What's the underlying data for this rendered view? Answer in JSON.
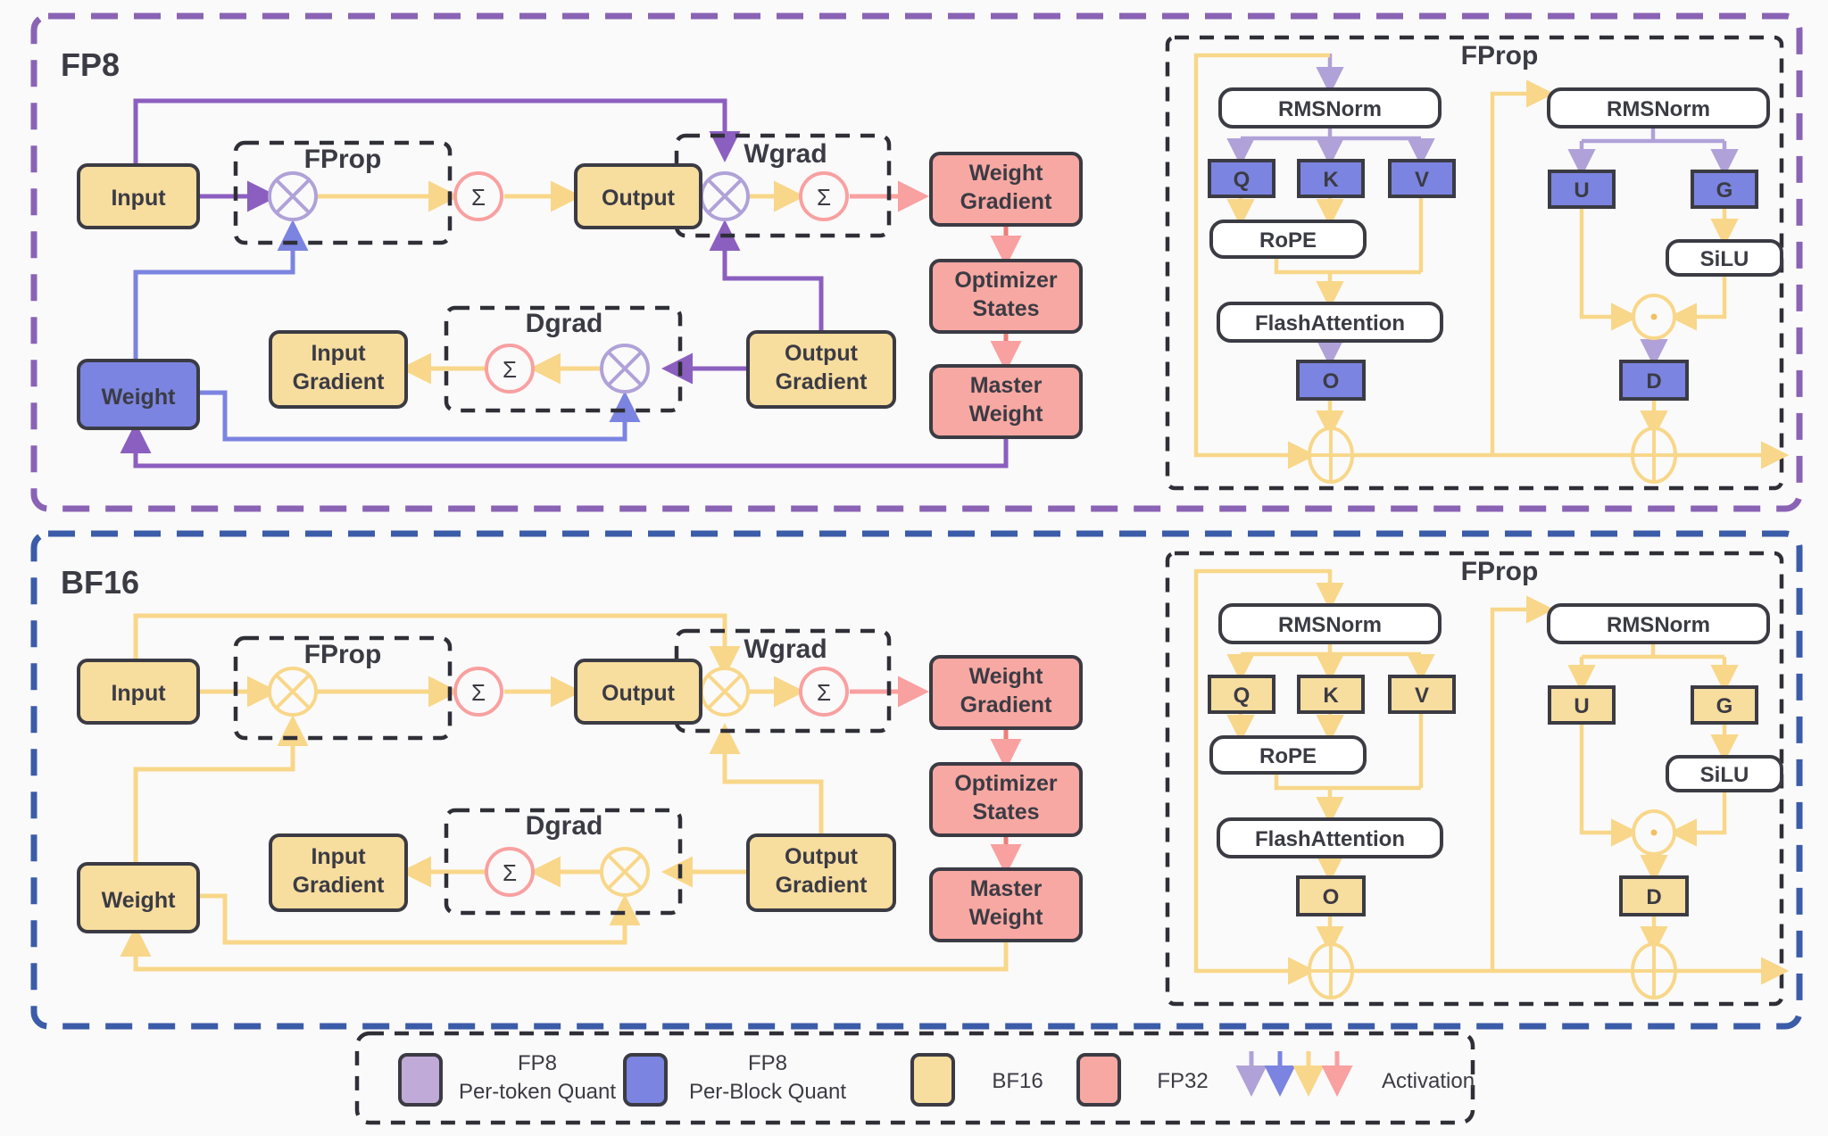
{
  "colors": {
    "fp8_panel_border": "#8a63b5",
    "bf16_panel_border": "#3b5ca8",
    "purple_fill": "#c0aad8",
    "blue_fill": "#7b84e0",
    "yellow_fill": "#f7dd9e",
    "pink_fill": "#f8a8a2",
    "arrow_purple": "#8b5fbf",
    "arrow_lightpurple": "#b0a2d8",
    "arrow_blue": "#7b84e0",
    "arrow_yellow": "#f8d78a",
    "arrow_pink": "#f9a0a0",
    "stroke_dark": "#3b3b44",
    "bg": "#fbfafa"
  },
  "panels": [
    {
      "id": "fp8",
      "label": "FP8",
      "border_color": "#8a63b5",
      "boxes": [
        {
          "name": "input",
          "label": "Input",
          "fill": "#f7dd9e"
        },
        {
          "name": "output",
          "label": "Output",
          "fill": "#f7dd9e"
        },
        {
          "name": "weight",
          "label": "Weight",
          "fill": "#7b84e0"
        },
        {
          "name": "input-gradient",
          "label": "Input\nGradient",
          "lines": [
            "Input",
            "Gradient"
          ],
          "fill": "#f7dd9e"
        },
        {
          "name": "output-gradient",
          "label": "Output\nGradient",
          "lines": [
            "Output",
            "Gradient"
          ],
          "fill": "#f7dd9e"
        },
        {
          "name": "weight-gradient",
          "label": "Weight\nGradient",
          "lines": [
            "Weight",
            "Gradient"
          ],
          "fill": "#f8a8a2"
        },
        {
          "name": "optimizer-states",
          "label": "Optimizer\nStates",
          "lines": [
            "Optimizer",
            "States"
          ],
          "fill": "#f8a8a2"
        },
        {
          "name": "master-weight",
          "label": "Master\nWeight",
          "lines": [
            "Master",
            "Weight"
          ],
          "fill": "#f8a8a2"
        }
      ],
      "groups": [
        {
          "name": "fprop-group",
          "label": "FProp"
        },
        {
          "name": "wgrad-group",
          "label": "Wgrad"
        },
        {
          "name": "dgrad-group",
          "label": "Dgrad"
        }
      ],
      "ops": [
        {
          "name": "matmul-fprop",
          "glyph": "mul",
          "color": "#b0a2d8"
        },
        {
          "name": "accum-fprop",
          "glyph": "sigma",
          "color": "#f9a0a0"
        },
        {
          "name": "matmul-wgrad",
          "glyph": "mul",
          "color": "#b0a2d8"
        },
        {
          "name": "accum-wgrad",
          "glyph": "sigma",
          "color": "#f9a0a0"
        },
        {
          "name": "matmul-dgrad",
          "glyph": "mul",
          "color": "#b0a2d8"
        },
        {
          "name": "accum-dgrad",
          "glyph": "sigma",
          "color": "#f9a0a0"
        }
      ],
      "fprop_detail": {
        "label": "FProp",
        "attn_blocks": [
          {
            "name": "rmsnorm-attn",
            "label": "RMSNorm",
            "style": "rounded-white"
          },
          {
            "name": "q-block",
            "label": "Q",
            "style": "square",
            "fill": "#7b84e0"
          },
          {
            "name": "k-block",
            "label": "K",
            "style": "square",
            "fill": "#7b84e0"
          },
          {
            "name": "v-block",
            "label": "V",
            "style": "square",
            "fill": "#7b84e0"
          },
          {
            "name": "rope-block",
            "label": "RoPE",
            "style": "rounded-white"
          },
          {
            "name": "flashattention-block",
            "label": "FlashAttention",
            "style": "rounded-white"
          },
          {
            "name": "o-block",
            "label": "O",
            "style": "square",
            "fill": "#7b84e0"
          }
        ],
        "mlp_blocks": [
          {
            "name": "rmsnorm-mlp",
            "label": "RMSNorm",
            "style": "rounded-white"
          },
          {
            "name": "u-block",
            "label": "U",
            "style": "square",
            "fill": "#7b84e0"
          },
          {
            "name": "g-block",
            "label": "G",
            "style": "square",
            "fill": "#7b84e0"
          },
          {
            "name": "silu-block",
            "label": "SiLU",
            "style": "rounded-white"
          },
          {
            "name": "d-block",
            "label": "D",
            "style": "square",
            "fill": "#7b84e0"
          }
        ],
        "residual_ops": [
          {
            "name": "residual-add-attn",
            "glyph": "plus"
          },
          {
            "name": "residual-add-mlp",
            "glyph": "plus"
          }
        ],
        "elemwise_op": {
          "name": "elementwise-mul-mlp",
          "glyph": "dot"
        }
      }
    },
    {
      "id": "bf16",
      "label": "BF16",
      "border_color": "#3b5ca8",
      "boxes": [
        {
          "name": "input",
          "label": "Input",
          "fill": "#f7dd9e"
        },
        {
          "name": "output",
          "label": "Output",
          "fill": "#f7dd9e"
        },
        {
          "name": "weight",
          "label": "Weight",
          "fill": "#f7dd9e"
        },
        {
          "name": "input-gradient",
          "label": "Input\nGradient",
          "lines": [
            "Input",
            "Gradient"
          ],
          "fill": "#f7dd9e"
        },
        {
          "name": "output-gradient",
          "label": "Output\nGradient",
          "lines": [
            "Output",
            "Gradient"
          ],
          "fill": "#f7dd9e"
        },
        {
          "name": "weight-gradient",
          "label": "Weight\nGradient",
          "lines": [
            "Weight",
            "Gradient"
          ],
          "fill": "#f8a8a2"
        },
        {
          "name": "optimizer-states",
          "label": "Optimizer\nStates",
          "lines": [
            "Optimizer",
            "States"
          ],
          "fill": "#f8a8a2"
        },
        {
          "name": "master-weight",
          "label": "Master\nWeight",
          "lines": [
            "Master",
            "Weight"
          ],
          "fill": "#f8a8a2"
        }
      ],
      "groups": [
        {
          "name": "fprop-group",
          "label": "FProp"
        },
        {
          "name": "wgrad-group",
          "label": "Wgrad"
        },
        {
          "name": "dgrad-group",
          "label": "Dgrad"
        }
      ],
      "ops": [
        {
          "name": "matmul-fprop",
          "glyph": "mul",
          "color": "#f8d78a"
        },
        {
          "name": "accum-fprop",
          "glyph": "sigma",
          "color": "#f9a0a0"
        },
        {
          "name": "matmul-wgrad",
          "glyph": "mul",
          "color": "#f8d78a"
        },
        {
          "name": "accum-wgrad",
          "glyph": "sigma",
          "color": "#f9a0a0"
        },
        {
          "name": "matmul-dgrad",
          "glyph": "mul",
          "color": "#f8d78a"
        },
        {
          "name": "accum-dgrad",
          "glyph": "sigma",
          "color": "#f9a0a0"
        }
      ],
      "fprop_detail": {
        "label": "FProp",
        "attn_blocks": [
          {
            "name": "rmsnorm-attn",
            "label": "RMSNorm",
            "style": "rounded-white"
          },
          {
            "name": "q-block",
            "label": "Q",
            "style": "square",
            "fill": "#f7dd9e"
          },
          {
            "name": "k-block",
            "label": "K",
            "style": "square",
            "fill": "#f7dd9e"
          },
          {
            "name": "v-block",
            "label": "V",
            "style": "square",
            "fill": "#f7dd9e"
          },
          {
            "name": "rope-block",
            "label": "RoPE",
            "style": "rounded-white"
          },
          {
            "name": "flashattention-block",
            "label": "FlashAttention",
            "style": "rounded-white"
          },
          {
            "name": "o-block",
            "label": "O",
            "style": "square",
            "fill": "#f7dd9e"
          }
        ],
        "mlp_blocks": [
          {
            "name": "rmsnorm-mlp",
            "label": "RMSNorm",
            "style": "rounded-white"
          },
          {
            "name": "u-block",
            "label": "U",
            "style": "square",
            "fill": "#f7dd9e"
          },
          {
            "name": "g-block",
            "label": "G",
            "style": "square",
            "fill": "#f7dd9e"
          },
          {
            "name": "silu-block",
            "label": "SiLU",
            "style": "rounded-white"
          },
          {
            "name": "d-block",
            "label": "D",
            "style": "square",
            "fill": "#f7dd9e"
          }
        ],
        "residual_ops": [
          {
            "name": "residual-add-attn",
            "glyph": "plus"
          },
          {
            "name": "residual-add-mlp",
            "glyph": "plus"
          }
        ],
        "elemwise_op": {
          "name": "elementwise-mul-mlp",
          "glyph": "dot"
        }
      }
    }
  ],
  "legend": {
    "items": [
      {
        "name": "legend-fp8-per-token",
        "swatch": "#c0aad8",
        "lines": [
          "FP8",
          "Per-token Quant"
        ]
      },
      {
        "name": "legend-fp8-per-block",
        "swatch": "#7b84e0",
        "lines": [
          "FP8",
          "Per-Block Quant"
        ]
      },
      {
        "name": "legend-bf16",
        "swatch": "#f7dd9e",
        "lines": [
          "BF16"
        ]
      },
      {
        "name": "legend-fp32",
        "swatch": "#f8a8a2",
        "lines": [
          "FP32"
        ]
      }
    ],
    "activation": {
      "name": "legend-activation",
      "label": "Activation",
      "arrow_colors": [
        "#b0a2d8",
        "#7b84e0",
        "#f8d78a",
        "#f9a0a0"
      ]
    }
  }
}
